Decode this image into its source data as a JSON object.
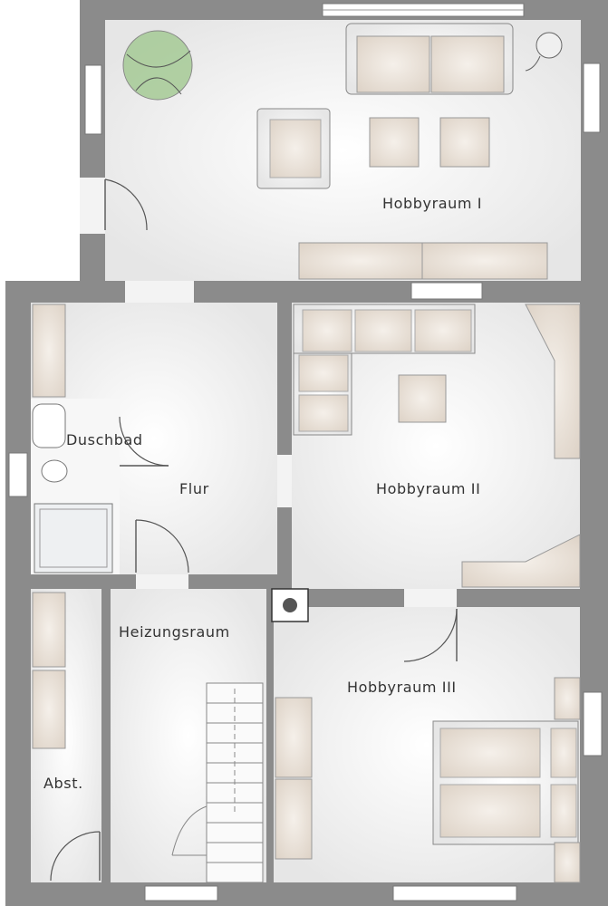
{
  "rooms": [
    {
      "key": "hobbyraum1",
      "label": "Hobbyraum I"
    },
    {
      "key": "duschbad",
      "label": "Duschbad"
    },
    {
      "key": "flur",
      "label": "Flur"
    },
    {
      "key": "hobbyraum2",
      "label": "Hobbyraum II"
    },
    {
      "key": "heizungsraum",
      "label": "Heizungsraum"
    },
    {
      "key": "hobbyraum3",
      "label": "Hobbyraum III"
    },
    {
      "key": "abst",
      "label": "Abst."
    }
  ],
  "colors": {
    "wall": "#8b8b8b",
    "floor": "#f3f3f3",
    "furniture": "#e8e0d8",
    "plant": "#9cc68a"
  }
}
